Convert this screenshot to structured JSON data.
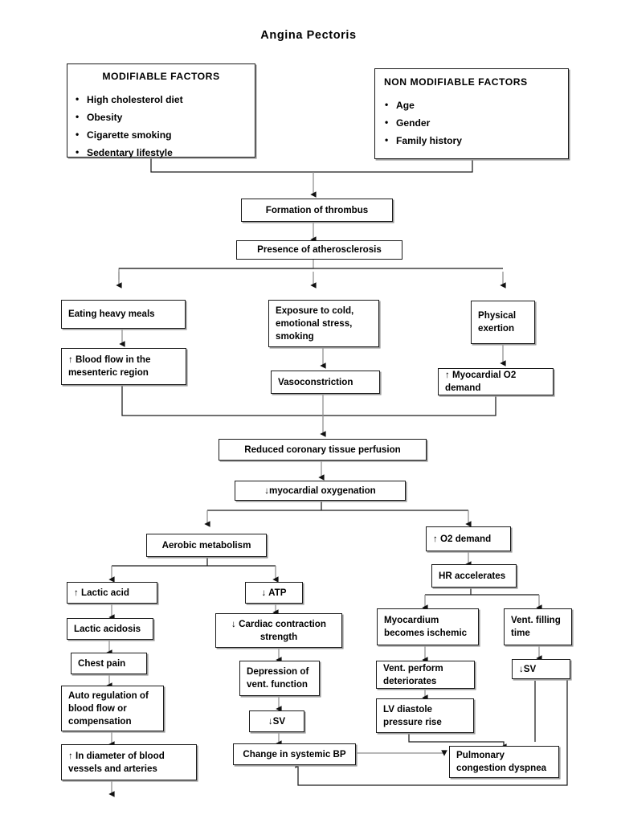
{
  "document": {
    "title": "Angina Pectoris"
  },
  "panels": [
    {
      "id": "modifiable",
      "heading": "MODIFIABLE FACTORS",
      "heading_align": "center",
      "items": [
        "High cholesterol diet",
        "Obesity",
        "Cigarette smoking",
        "Sedentary lifestyle"
      ]
    },
    {
      "id": "non_modifiable",
      "heading": "NON MODIFIABLE FACTORS",
      "heading_align": "left",
      "items": [
        "Age",
        "Gender",
        "Family history"
      ]
    }
  ],
  "nodes": {
    "thrombus": "Formation of thrombus",
    "atherosclerosis": "Presence of atherosclerosis",
    "heavy_meals": "Eating heavy meals",
    "blood_flow_mesenteric": "↑ Blood flow in the\nmesenteric region",
    "exposure_cold": "Exposure to cold,\nemotional stress,\nsmoking",
    "vasoconstriction": "Vasoconstriction",
    "physical_exertion": "Physical\nexertion",
    "myocardial_o2_demand": "↑ Myocardial O2\ndemand",
    "reduced_perfusion": "Reduced coronary tissue perfusion",
    "myocardial_oxygenation": "↓myocardial oxygenation",
    "aerobic_metabolism": "Aerobic metabolism",
    "o2_demand": "↑ O2 demand",
    "lactic_acid": "↑ Lactic acid",
    "atp": "↓ ATP",
    "hr_accelerates": "HR accelerates",
    "lactic_acidosis": "Lactic acidosis",
    "cardiac_contraction": "↓ Cardiac contraction\nstrength",
    "myocardium_ischemic": "Myocardium\nbecomes ischemic",
    "vent_filling_time": "Vent. filling\ntime",
    "chest_pain": "Chest pain",
    "depression_vent": "Depression of\nvent. function",
    "vent_perform": "Vent. perform\ndeteriorates",
    "sv_down_right": "↓SV",
    "auto_regulation": "Auto regulation of\nblood flow or\ncompensation",
    "sv_down_mid": "↓SV",
    "lv_diastole": "LV diastole\npressure rise",
    "diameter_vessels": "↑ In diameter of blood\nvessels and arteries",
    "systemic_bp": "Change in systemic BP",
    "pulmonary_congestion": "Pulmonary\ncongestion dyspnea"
  },
  "style": {
    "line_color": "#1a1a1a",
    "faint_line_color": "#8d8d8d",
    "box_border": "#1a1a1a",
    "shadow_color": "#9a9a9a",
    "page_background": "#ffffff",
    "text_color": "#000000"
  }
}
